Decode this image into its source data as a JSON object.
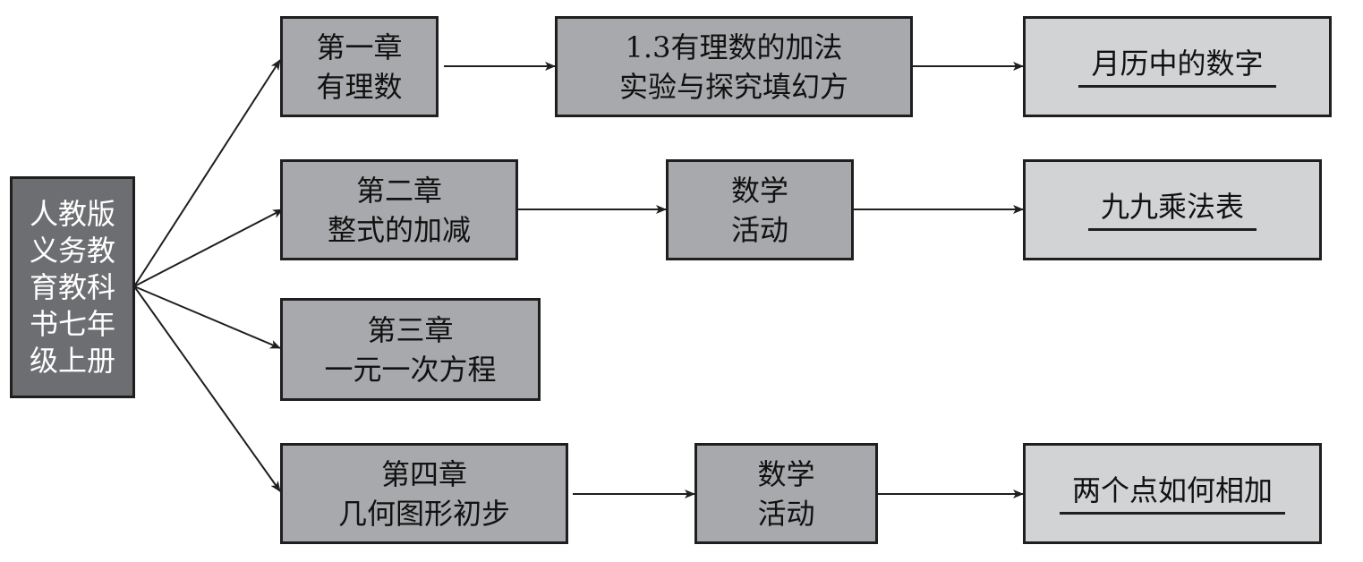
{
  "colors": {
    "root_fill": "#6d6e71",
    "chapter_fill": "#a7a9ac",
    "activity_fill": "#a7a9ac",
    "result_fill": "#d1d3d4",
    "stroke": "#1f1f1f"
  },
  "root": {
    "lines": [
      "人教版",
      "义务教",
      "育教科",
      "书七年",
      "级上册"
    ]
  },
  "rows": [
    {
      "chapter": [
        "第一章",
        "有理数"
      ],
      "activity": [
        "1.3有理数的加法",
        "实验与探究填幻方"
      ],
      "result": "月历中的数字"
    },
    {
      "chapter": [
        "第二章",
        "整式的加减"
      ],
      "activity": [
        "数学",
        "活动"
      ],
      "result": "九九乘法表"
    },
    {
      "chapter": [
        "第三章",
        "一元一次方程"
      ]
    },
    {
      "chapter": [
        "第四章",
        "几何图形初步"
      ],
      "activity": [
        "数学",
        "活动"
      ],
      "result": "两个点如何相加"
    }
  ]
}
